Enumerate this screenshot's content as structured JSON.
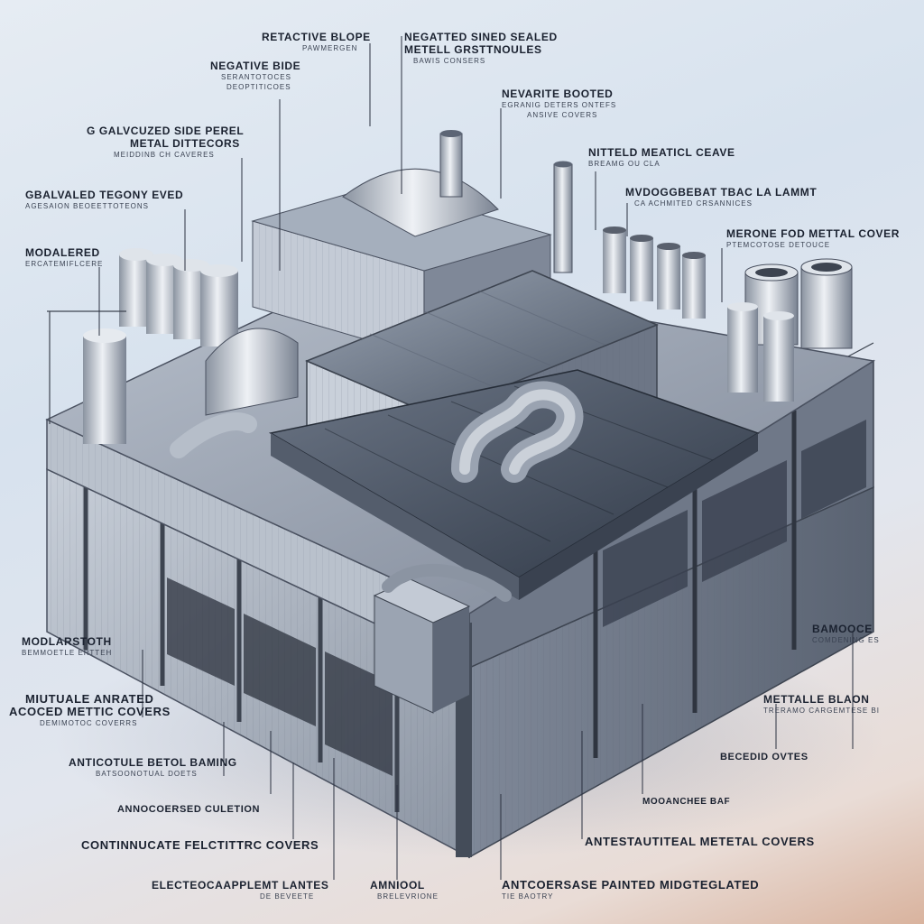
{
  "labels": [
    {
      "id": "l1",
      "title": "RETACTIVE BLOPE",
      "sub": "PAWMERGEN"
    },
    {
      "id": "l2",
      "title": "NEGATTED SINED SEALED",
      "title2": "METELL GRSTTNOULES",
      "sub": "BAWIS CONSERS"
    },
    {
      "id": "l3",
      "title": "NEGATIVE BIDE",
      "sub": "SERANTOTOCES",
      "sub2": "DEOPTITICOES"
    },
    {
      "id": "l4",
      "title": "NEVARITE BOOTED",
      "sub": "EGRANIG DETERS ONTEFS",
      "sub2": "ANSIVE COVERS"
    },
    {
      "id": "l5",
      "title": "G GALVCUZED SIDE PEREL",
      "title2": "METAL DITTECORS",
      "sub": "MEIDDINB CH CAVERES"
    },
    {
      "id": "l6",
      "title": "NITTELD MEATICL CEAVE",
      "sub": "BREAMG OU CLA"
    },
    {
      "id": "l7",
      "title": "GBALVALED TEGONY EVED",
      "sub": "AGESAION BEOEETTOTEONS"
    },
    {
      "id": "l8",
      "title": "MVDOGGBEBAT TBAC LA LAMMT",
      "sub": "CA ACHMITED CRSANNICES"
    },
    {
      "id": "l9",
      "title": "MODALERED",
      "sub": "ERCATEMIFLCERE"
    },
    {
      "id": "l10",
      "title": "MERONE FOD METTAL COVER",
      "sub": "PTEMCOTOSE DETOUCE"
    },
    {
      "id": "l11",
      "title": "MODLARSTOTH",
      "sub": "BEMMOETLE ERTTEH"
    },
    {
      "id": "l12",
      "title": "BAMOOCE",
      "sub": "COMDENING ES"
    },
    {
      "id": "l13",
      "title": "MIUTUALE ANRATED",
      "title2": "ACOCED METTIC COVERS",
      "sub": "DEMIMOTOC COVERRS"
    },
    {
      "id": "l14",
      "title": "METTALLE BLAON",
      "sub": "TRERAMO CARGEMTESE BI"
    },
    {
      "id": "l15",
      "title": "ANTICOTULE BETOL BAMING",
      "sub": "BATSOONOTUAL DOETS"
    },
    {
      "id": "l16",
      "title": "BECEDID OVTES"
    },
    {
      "id": "l17",
      "title": "ANNOCOERSED CULETION"
    },
    {
      "id": "l18",
      "title": "MOOANCHEE BAF"
    },
    {
      "id": "l19",
      "title": "CONTINNUCATE FELCTITTRC COVERS"
    },
    {
      "id": "l20",
      "title": "ANTESTAUTITEAL METETAL COVERS"
    },
    {
      "id": "l21",
      "title": "ELECTEOCAAPPLEMT LANTES",
      "sub": "DE BEVEETE"
    },
    {
      "id": "l22",
      "title": "AMNIOOL",
      "sub": "BRELEVRIONE"
    },
    {
      "id": "l23",
      "title": "ANTCOERSASE PAINTED MIDGTEGLATED",
      "sub": "TIE BAOTRY"
    }
  ],
  "colors": {
    "steel_light": "#d9dee6",
    "steel_mid": "#8c95a3",
    "steel_dark": "#3d4450",
    "roof_dark": "#2f3846",
    "background": "#dde5ee",
    "accent_warm": "#c9917a"
  }
}
